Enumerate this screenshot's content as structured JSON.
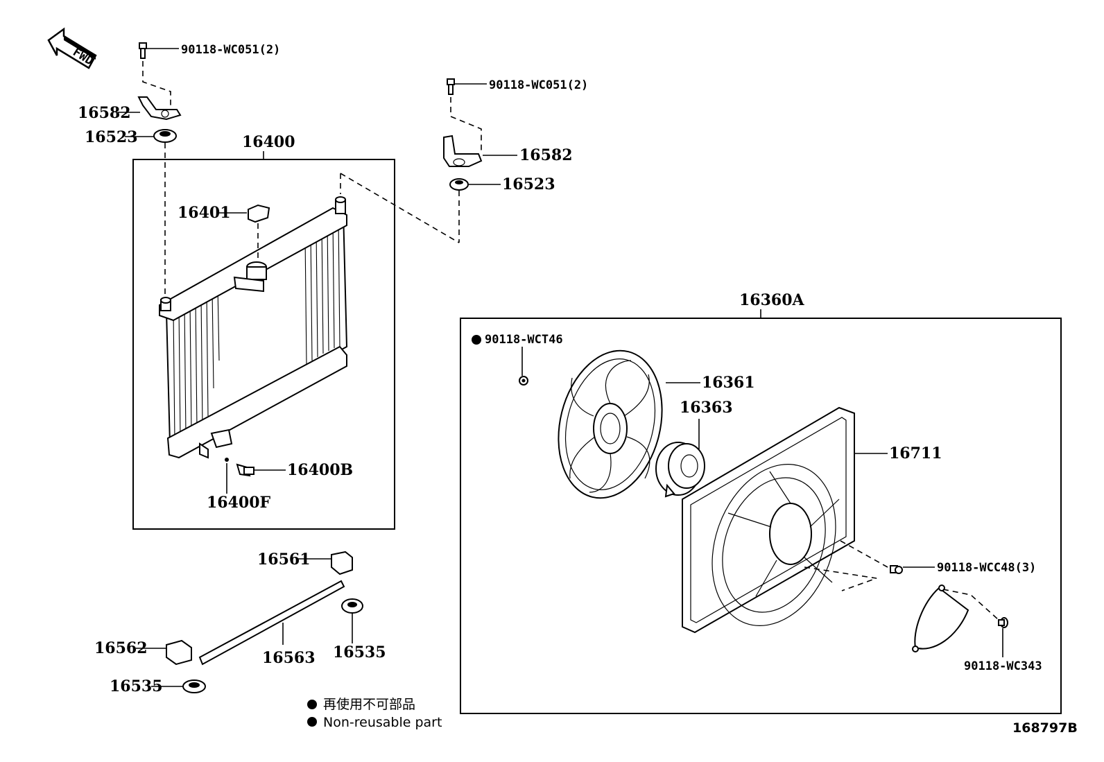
{
  "diagram_id": "168797B",
  "fwd_label": "FWD",
  "labels": {
    "bolt_top_left": "90118-WC051(2)",
    "bolt_top_right": "90118-WC051(2)",
    "bracket_left": "16582",
    "bracket_right": "16582",
    "cushion_left": "16523",
    "cushion_right": "16523",
    "radiator": "16400",
    "radiator_cap": "16401",
    "drain_cock_plug": "16400B",
    "drain_cock_o_ring": "16400F",
    "seal_16561": "16561",
    "seal_16562": "16562",
    "seal_16563": "16563",
    "cushion_16535_a": "16535",
    "cushion_16535_b": "16535",
    "fan_assembly": "16360A",
    "fan_nut": "90118-WCT46",
    "fan": "16361",
    "fan_motor": "16363",
    "fan_shroud": "16711",
    "shroud_bolt": "90118-WCC48(3)",
    "motor_cover_bolt": "90118-WC343"
  },
  "legend": {
    "japanese": "再使用不可部品",
    "english": "Non-reusable part"
  }
}
